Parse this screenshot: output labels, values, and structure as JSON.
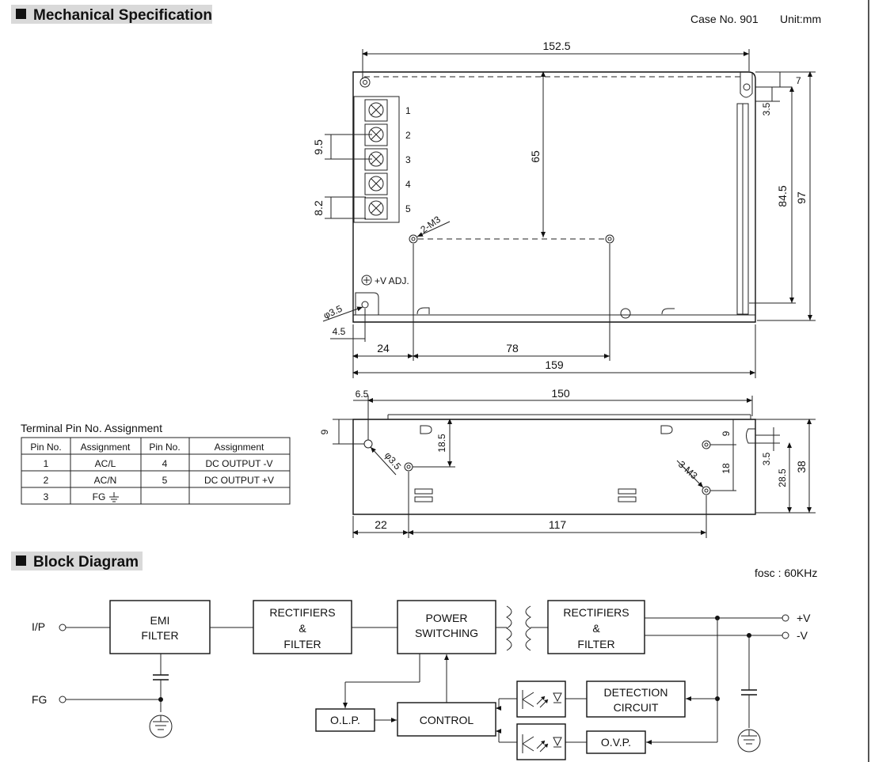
{
  "mech": {
    "title": "Mechanical Specification",
    "case": "Case No. 901",
    "unit": "Unit:mm",
    "top_view": {
      "dims": [
        "152.5",
        "7",
        "3.5",
        "84.5",
        "97",
        "65",
        "9.5",
        "8.2",
        "2-M3",
        "+V ADJ.",
        "φ3.5",
        "4.5",
        "24",
        "78",
        "159"
      ],
      "pins": [
        "1",
        "2",
        "3",
        "4",
        "5"
      ]
    },
    "side_view": {
      "dims": [
        "6.5",
        "150",
        "9",
        "18.5",
        "φ3.5",
        "9",
        "18",
        "3-M3",
        "3.5",
        "28.5",
        "38",
        "22",
        "117"
      ]
    }
  },
  "terminal": {
    "title": "Terminal Pin No.  Assignment",
    "headers": [
      "Pin No.",
      "Assignment",
      "Pin No.",
      "Assignment"
    ],
    "rows": [
      [
        "1",
        "AC/L",
        "4",
        "DC OUTPUT -V"
      ],
      [
        "2",
        "AC/N",
        "5",
        "DC OUTPUT +V"
      ],
      [
        "3",
        "FG",
        "",
        ""
      ]
    ]
  },
  "block": {
    "title": "Block Diagram",
    "fosc": "fosc : 60KHz",
    "inputs": [
      "I/P",
      "FG"
    ],
    "outputs": [
      "+V",
      "-V"
    ],
    "boxes": {
      "emi": [
        "EMI",
        "FILTER"
      ],
      "rect1": [
        "RECTIFIERS",
        "&",
        "FILTER"
      ],
      "power": [
        "POWER",
        "SWITCHING"
      ],
      "rect2": [
        "RECTIFIERS",
        "&",
        "FILTER"
      ],
      "detection": [
        "DETECTION",
        "CIRCUIT"
      ],
      "olp": "O.L.P.",
      "control": "CONTROL",
      "ovp": "O.V.P."
    }
  }
}
